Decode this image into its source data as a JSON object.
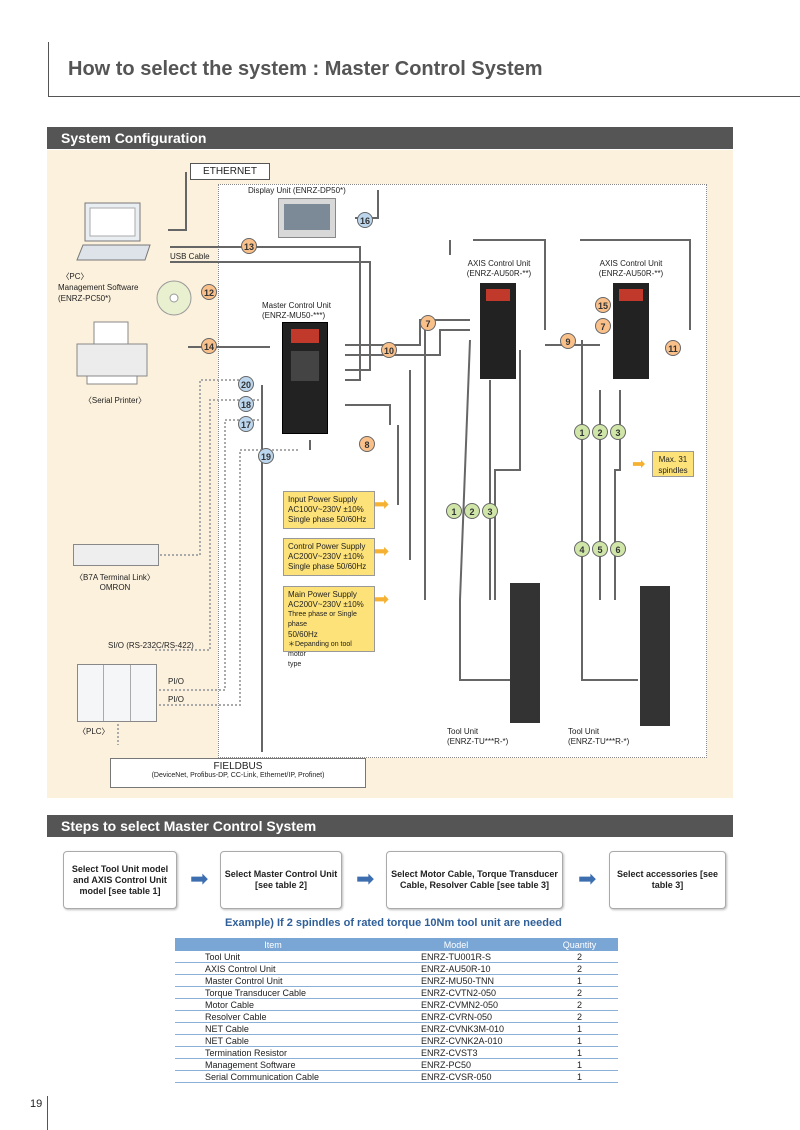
{
  "page_title": "How to select the system : Master Control System",
  "sections": {
    "config": "System Configuration",
    "steps": "Steps to select Master Control System"
  },
  "diagram": {
    "ethernet": "ETHERNET",
    "display_unit": "Display Unit (ENRZ-DP50*)",
    "usb_cable": "USB Cable",
    "pc": "〈PC〉",
    "mgmt_software": "Management Software",
    "mgmt_model": "(ENRZ-PC50*)",
    "serial_printer": "〈Serial Printer〉",
    "master_unit": "Master Control Unit",
    "master_model": "(ENRZ-MU50-***)",
    "axis_unit_1": "AXIS Control Unit",
    "axis_model_1": "(ENRZ-AU50R-**)",
    "axis_unit_2": "AXIS Control Unit",
    "axis_model_2": "(ENRZ-AU50R-**)",
    "b7a": "〈B7A Terminal Link〉",
    "omron": "OMRON",
    "sio": "SI/O (RS-232C/RS-422)",
    "pio_1": "PI/O",
    "pio_2": "PI/O",
    "plc": "〈PLC〉",
    "max_spindles_1": "Max. 31",
    "max_spindles_2": "spindles",
    "tool_unit_1": "Tool Unit",
    "tool_model_1": "(ENRZ-TU***R-*)",
    "tool_unit_2": "Tool Unit",
    "tool_model_2": "(ENRZ-TU***R-*)",
    "fieldbus": "FIELDBUS",
    "fieldbus_list": "(DeviceNet, Profibus-DP, CC-Link, Ethernet/IP, Profinet)",
    "input_ps": [
      "Input Power Supply",
      "AC100V~230V ±10%",
      "Single phase 50/60Hz"
    ],
    "control_ps": [
      "Control Power Supply",
      "AC200V~230V ±10%",
      "Single phase 50/60Hz"
    ],
    "main_ps": [
      "Main Power Supply",
      "AC200V~230V ±10%",
      "Three phase or Single phase",
      "50/60Hz",
      "＊Depanding on tool motor",
      "type"
    ],
    "badges": {
      "b1": "1",
      "b2": "2",
      "b3": "3",
      "b4": "4",
      "b5": "5",
      "b6": "6",
      "b7": "7",
      "b8": "8",
      "b9": "9",
      "b10": "10",
      "b11": "11",
      "b12": "12",
      "b13": "13",
      "b14": "14",
      "b15": "15",
      "b16": "16",
      "b17": "17",
      "b18": "18",
      "b19": "19",
      "b20": "20"
    }
  },
  "steps": [
    "Select Tool Unit model and AXIS Control Unit model [see table 1]",
    "Select Master Control Unit [see table 2]",
    "Select Motor Cable, Torque Transducer Cable, Resolver Cable [see table 3]",
    "Select accessories [see table 3]"
  ],
  "example_title": "Example) If 2 spindles of rated torque 10Nm tool unit are needed",
  "table": {
    "headers": [
      "Item",
      "Model",
      "Quantity"
    ],
    "rows": [
      [
        "Tool Unit",
        "ENRZ-TU001R-S",
        "2"
      ],
      [
        "AXIS Control Unit",
        "ENRZ-AU50R-10",
        "2"
      ],
      [
        "Master Control Unit",
        "ENRZ-MU50-TNN",
        "1"
      ],
      [
        "Torque Transducer Cable",
        "ENRZ-CVTN2-050",
        "2"
      ],
      [
        "Motor Cable",
        "ENRZ-CVMN2-050",
        "2"
      ],
      [
        "Resolver Cable",
        "ENRZ-CVRN-050",
        "2"
      ],
      [
        "NET Cable",
        "ENRZ-CVNK3M-010",
        "1"
      ],
      [
        "NET Cable",
        "ENRZ-CVNK2A-010",
        "1"
      ],
      [
        "Termination Resistor",
        "ENRZ-CVST3",
        "1"
      ],
      [
        "Management Software",
        "ENRZ-PC50",
        "1"
      ],
      [
        "Serial Communication Cable",
        "ENRZ-CVSR-050",
        "1"
      ]
    ]
  },
  "page_number": "19",
  "colors": {
    "header_bar": "#555555",
    "config_bg": "#fcf1dd",
    "table_header": "#7aa6d6",
    "power_box": "#fde27a",
    "arrow": "#3d6fb0"
  }
}
